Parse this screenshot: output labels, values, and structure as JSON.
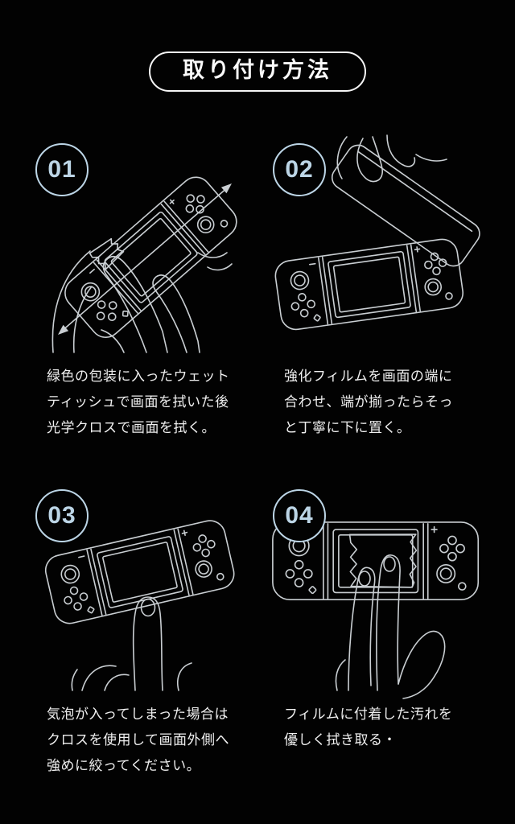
{
  "page": {
    "title": "取り付け方法",
    "background_color": "#020202",
    "accent_color": "#bcd5e6",
    "line_art_color": "#c9ced2",
    "text_color": "#efefef"
  },
  "steps": [
    {
      "number": "01",
      "caption": "緑色の包装に入ったウェット\nティッシュで画面を拭いた後\n光学クロスで画面を拭く。",
      "illustration": "wipe-screen-with-wet-tissue"
    },
    {
      "number": "02",
      "caption": "強化フィルムを画面の端に\n合わせ、端が揃ったらそっ\nと丁寧に下に置く。",
      "illustration": "align-film-edge-and-lower"
    },
    {
      "number": "03",
      "caption": "気泡が入ってしまった場合は\nクロスを使用して画面外側へ\n強めに絞ってください。",
      "illustration": "press-bubbles-outward-with-finger"
    },
    {
      "number": "04",
      "caption": "フィルムに付着した汚れを\n優しく拭き取る・",
      "illustration": "wipe-film-with-cloth"
    }
  ]
}
